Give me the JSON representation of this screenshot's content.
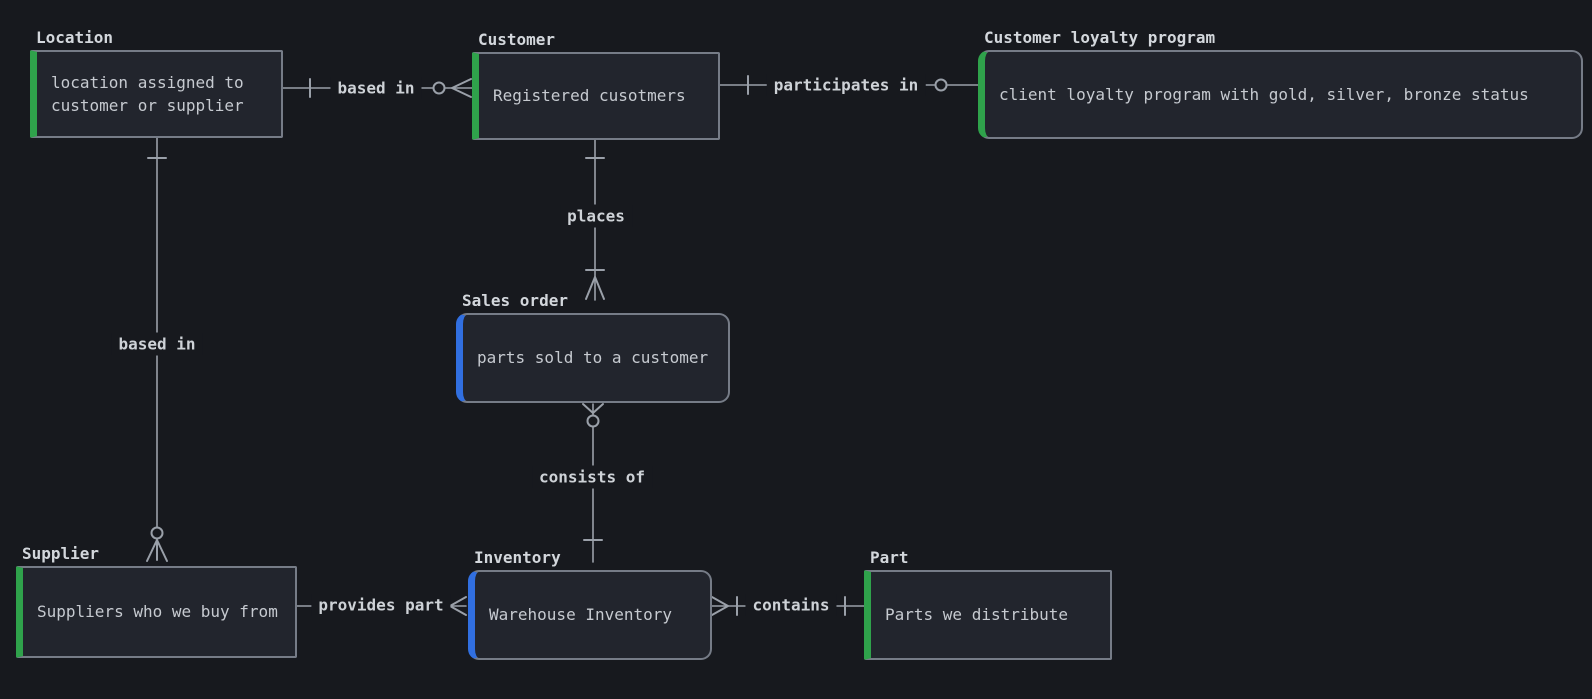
{
  "diagram": {
    "type": "entity-relationship-diagram",
    "notation": "crows-foot",
    "colors": {
      "background": "#17191e",
      "entity_fill": "#22252d",
      "entity_border": "#767c87",
      "accent_green": "#2fa24b",
      "accent_blue": "#316fe0",
      "line": "#9aa0a9",
      "text": "#c6cad0"
    },
    "entities": [
      {
        "title": "Location",
        "description": "location assigned to customer or supplier",
        "accent": "#2fa24b"
      },
      {
        "title": "Customer",
        "description": "Registered cusotmers",
        "accent": "#2fa24b"
      },
      {
        "title": "Customer loyalty program",
        "description": "client loyalty program with gold, silver, bronze status",
        "accent": "#2fa24b"
      },
      {
        "title": "Sales order",
        "description": "parts sold to a customer",
        "accent": "#316fe0"
      },
      {
        "title": "Supplier",
        "description": "Suppliers who we buy from",
        "accent": "#2fa24b"
      },
      {
        "title": "Inventory",
        "description": "Warehouse Inventory",
        "accent": "#316fe0"
      },
      {
        "title": "Part",
        "description": "Parts we distribute",
        "accent": "#2fa24b"
      }
    ],
    "relationships": [
      {
        "label": "based in",
        "from": "Location",
        "to": "Customer",
        "from_cardinality": "exactly-one",
        "to_cardinality": "zero-or-many"
      },
      {
        "label": "participates in",
        "from": "Customer",
        "to": "Customer loyalty program",
        "from_cardinality": "exactly-one",
        "to_cardinality": "zero-or-one"
      },
      {
        "label": "places",
        "from": "Customer",
        "to": "Sales order",
        "from_cardinality": "exactly-one",
        "to_cardinality": "one-or-many"
      },
      {
        "label": "based in",
        "from": "Location",
        "to": "Supplier",
        "from_cardinality": "exactly-one",
        "to_cardinality": "zero-or-many"
      },
      {
        "label": "consists of",
        "from": "Sales order",
        "to": "Inventory",
        "from_cardinality": "zero-or-many",
        "to_cardinality": "exactly-one"
      },
      {
        "label": "provides part",
        "from": "Supplier",
        "to": "Inventory",
        "from_cardinality": "unspecified",
        "to_cardinality": "many"
      },
      {
        "label": "contains",
        "from": "Inventory",
        "to": "Part",
        "from_cardinality": "one-or-many",
        "to_cardinality": "exactly-one"
      }
    ]
  }
}
